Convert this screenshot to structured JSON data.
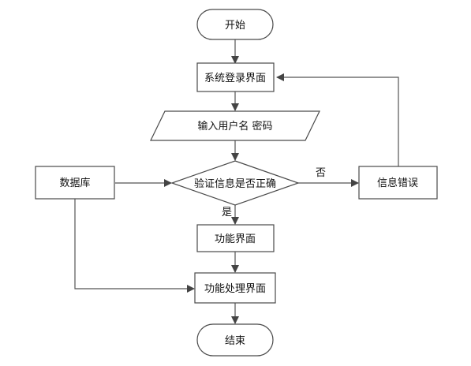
{
  "diagram": {
    "nodes": {
      "start": {
        "label": "开始",
        "shape": "terminal"
      },
      "login_page": {
        "label": "系统登录界面",
        "shape": "process"
      },
      "input_credentials": {
        "label": "输入用户名 密码",
        "shape": "io"
      },
      "verify": {
        "label": "验证信息是否正确",
        "shape": "decision"
      },
      "database": {
        "label": "数据库",
        "shape": "process"
      },
      "error": {
        "label": "信息错误",
        "shape": "process"
      },
      "function_page": {
        "label": "功能界面",
        "shape": "process"
      },
      "function_process_page": {
        "label": "功能处理界面",
        "shape": "process"
      },
      "end": {
        "label": "结束",
        "shape": "terminal"
      }
    },
    "edges": {
      "yes_label": "是",
      "no_label": "否"
    }
  },
  "colors": {
    "stroke": "#4a4a4a",
    "arrow": "#444444",
    "background": "#ffffff"
  }
}
